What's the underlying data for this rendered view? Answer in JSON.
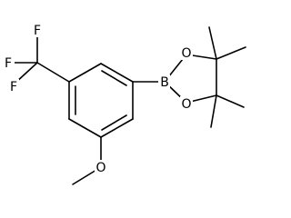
{
  "molecule": {
    "atoms": {
      "f1": "F",
      "f2": "F",
      "f3": "F",
      "boron": "B",
      "o_upper": "O",
      "o_lower": "O",
      "o_methoxy": "O"
    }
  }
}
